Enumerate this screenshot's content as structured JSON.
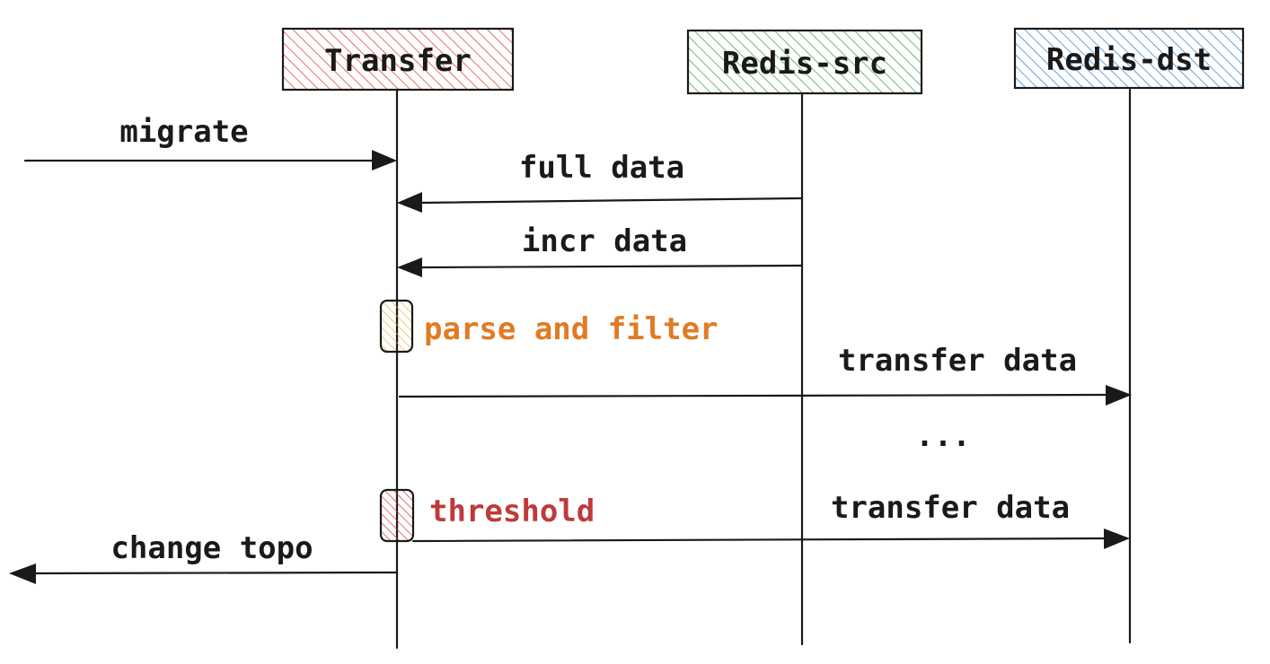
{
  "participants": [
    {
      "label": "Transfer",
      "color": "#e03131"
    },
    {
      "label": "Redis-src",
      "color": "#2f9e44"
    },
    {
      "label": "Redis-dst",
      "color": "#1c7ed6"
    }
  ],
  "messages": {
    "migrate": "migrate",
    "full_data": "full data",
    "incr_data": "incr data",
    "transfer_data_1": "transfer data",
    "ellipsis": "...",
    "transfer_data_2": "transfer data",
    "change_topo": "change topo"
  },
  "notes": {
    "parse_filter": {
      "label": "parse and filter",
      "color": "#e07b24",
      "fill": "#f2b134"
    },
    "threshold": {
      "label": "threshold",
      "color": "#c03a3a",
      "fill": "#e03131"
    }
  }
}
